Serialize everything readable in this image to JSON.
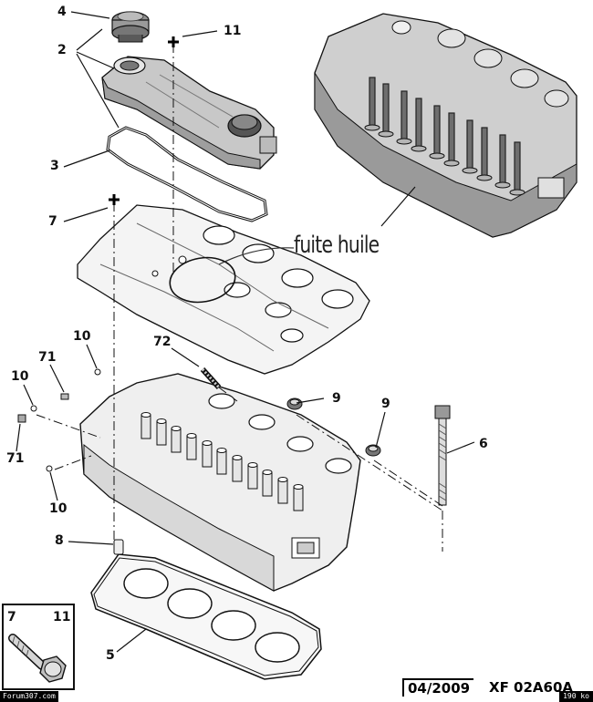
{
  "callouts": {
    "c4": "4",
    "c2": "2",
    "c11": "11",
    "c3": "3",
    "c7": "7",
    "c72": "72",
    "c10a": "10",
    "c71a": "71",
    "c10b": "10",
    "c71b": "71",
    "c10c": "10",
    "c9a": "9",
    "c9b": "9",
    "c6": "6",
    "c8": "8",
    "c5": "5",
    "inset7": "7",
    "inset11": "11"
  },
  "annotation": "fuite huile",
  "footer": {
    "date": "04/2009",
    "code": "XF 02A60A"
  },
  "watermark": {
    "site": "Forum307.com",
    "size": "190 ko"
  },
  "colors": {
    "line": "#1a1a1a",
    "part_fill": "#d9d9d9",
    "part_shade": "#a9a9a9",
    "white": "#ffffff"
  }
}
